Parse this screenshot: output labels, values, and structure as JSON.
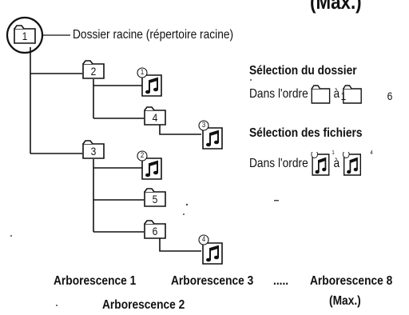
{
  "header_fragment": "(Max.)",
  "root_label": "Dossier racine (répertoire racine)",
  "folders": [
    "1",
    "2",
    "4",
    "3",
    "5",
    "6"
  ],
  "files": [
    "1",
    "3",
    "2",
    "4"
  ],
  "legend": {
    "folder_selection_title": "Sélection du dossier",
    "folder_order_prefix": "Dans l'ordre",
    "folder_order_from": "1",
    "folder_order_connector": "à",
    "folder_order_to": "6",
    "file_selection_title": "Sélection des fichiers",
    "file_order_prefix": "Dans l'ordre",
    "file_order_from": "1",
    "file_order_connector": "à",
    "file_order_to": "4"
  },
  "footer": {
    "level1": "Arborescence 1",
    "level2": "Arborescence 2",
    "level3": "Arborescence 3",
    "dots": ".....",
    "level8": "Arborescence 8",
    "max": "(Max.)"
  }
}
